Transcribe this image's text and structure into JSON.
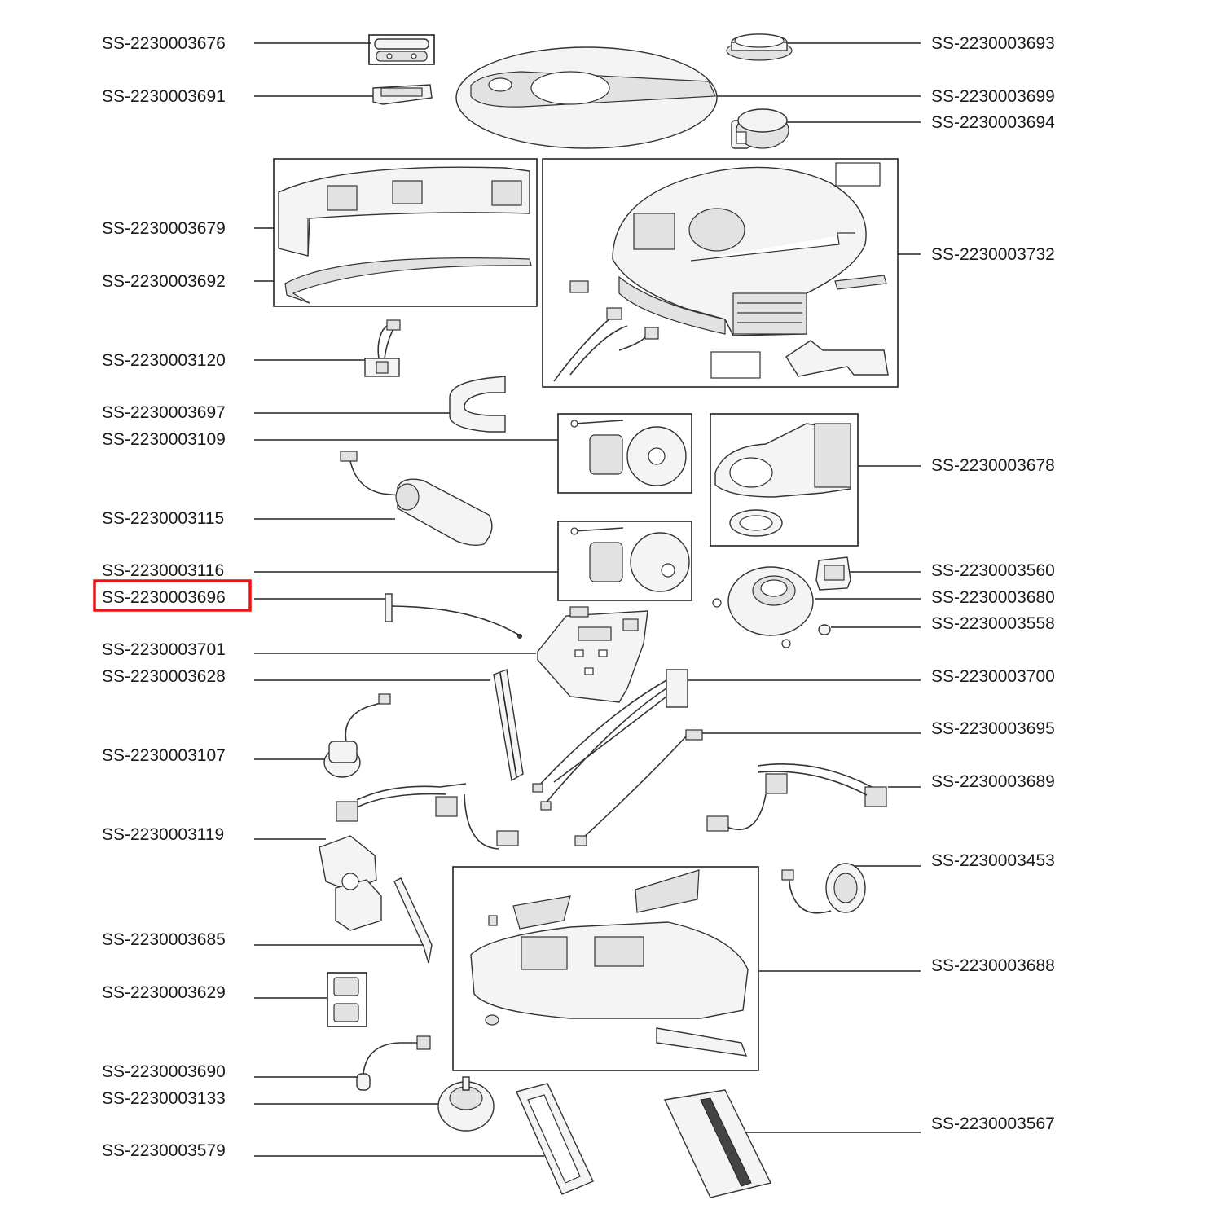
{
  "highlight_color": "#ee1111",
  "labels_left": [
    "SS-2230003676",
    "SS-2230003691",
    "SS-2230003679",
    "SS-2230003692",
    "SS-2230003120",
    "SS-2230003697",
    "SS-2230003109",
    "SS-2230003115",
    "SS-2230003116",
    "SS-2230003696",
    "SS-2230003701",
    "SS-2230003628",
    "SS-2230003107",
    "SS-2230003119",
    "SS-2230003685",
    "SS-2230003629",
    "SS-2230003690",
    "SS-2230003133",
    "SS-2230003579"
  ],
  "labels_right": [
    "SS-2230003693",
    "SS-2230003699",
    "SS-2230003694",
    "SS-2230003732",
    "SS-2230003678",
    "SS-2230003560",
    "SS-2230003680",
    "SS-2230003558",
    "SS-2230003700",
    "SS-2230003695",
    "SS-2230003689",
    "SS-2230003453",
    "SS-2230003688",
    "SS-2230003567"
  ],
  "highlighted_part": "SS-2230003696"
}
